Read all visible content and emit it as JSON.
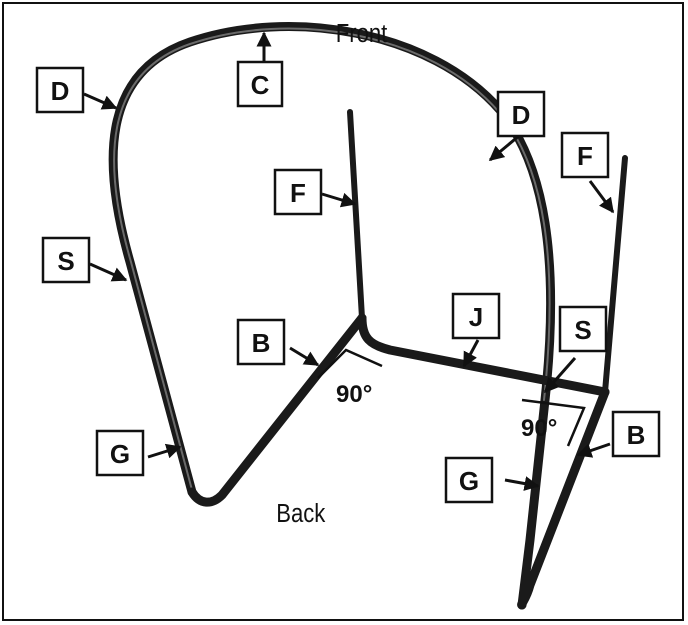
{
  "headings": {
    "front": "Front",
    "back": "Back"
  },
  "labels": {
    "c": "C",
    "d_left": "D",
    "d_right": "D",
    "f_left": "F",
    "f_right": "F",
    "s_left": "S",
    "s_right": "S",
    "b_left": "B",
    "b_right": "B",
    "g_left": "G",
    "g_right": "G",
    "j": "J"
  },
  "angles": {
    "left": "90°",
    "right": "90°"
  }
}
